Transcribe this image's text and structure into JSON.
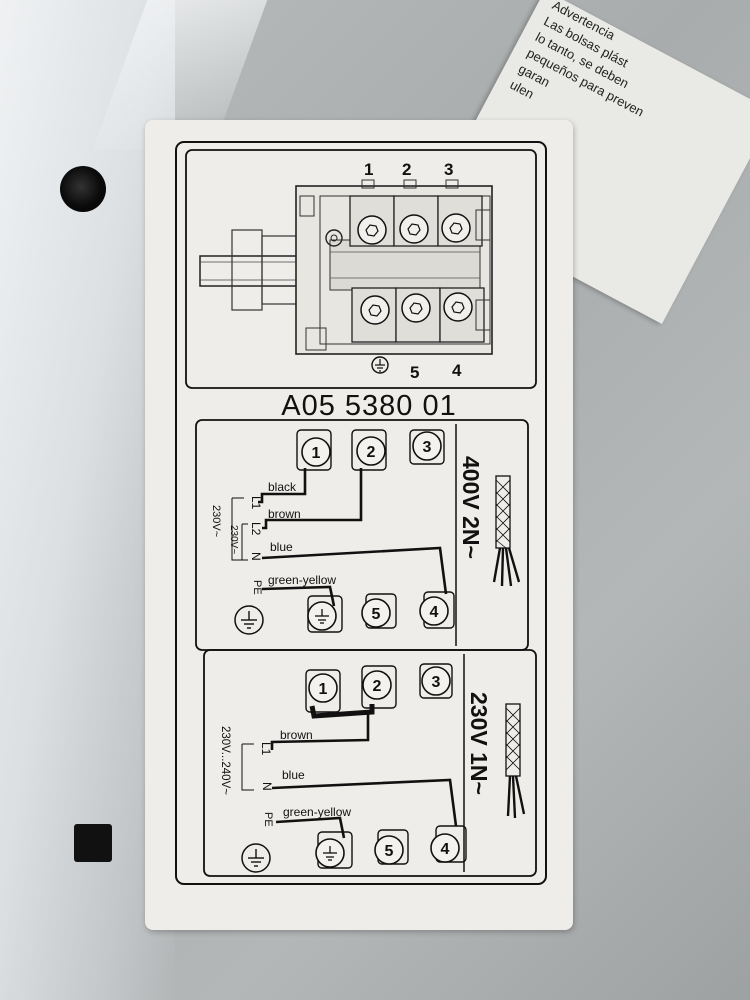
{
  "label": {
    "part_number": "A05 5380 01",
    "terminal_block": {
      "top_numbers": [
        "1",
        "2",
        "3"
      ],
      "bottom_numbers": [
        "5",
        "4"
      ]
    },
    "panel_400v": {
      "title": "400V 2N~",
      "terminals": [
        "1",
        "2",
        "3",
        "5",
        "4"
      ],
      "wires": {
        "l1": "L1",
        "l2": "L2",
        "n": "N",
        "pe": "PE",
        "black": "black",
        "brown": "brown",
        "blue": "blue",
        "green_yellow": "green-yellow"
      },
      "voltage_inner": "230V~",
      "voltage_outer": "230V~"
    },
    "panel_230v": {
      "title": "230V 1N~",
      "terminals": [
        "1",
        "2",
        "3",
        "5",
        "4"
      ],
      "wires": {
        "l1": "L1",
        "n": "N",
        "pe": "PE",
        "brown": "brown",
        "blue": "blue",
        "green_yellow": "green-yellow"
      },
      "voltage": "230V...240V~"
    }
  },
  "warning_sticker": {
    "lines": [
      "Advertencia",
      "Las bolsas plást",
      "lo tanto, se deben",
      "pequeños para preven",
      "",
      "",
      "garan",
      "ulen"
    ]
  }
}
